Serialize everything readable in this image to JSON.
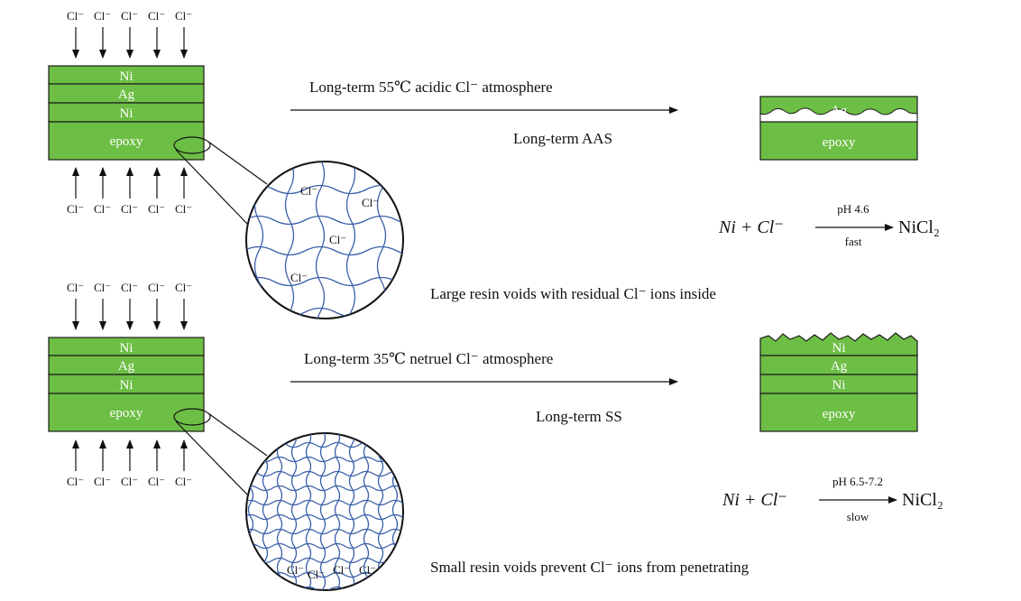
{
  "colors": {
    "layer_fill": "#6dbe45",
    "layer_stroke": "#1a1a1a",
    "fiber": "#3a5fa8",
    "text": "#111111"
  },
  "ion_label": "Cl⁻",
  "top": {
    "layers": [
      "Ni",
      "Ag",
      "Ni",
      "epoxy"
    ],
    "condition": "Long-term 55℃ acidic Cl⁻ atmosphere",
    "test": "Long-term AAS",
    "result_layers": [
      "Ag",
      "epoxy"
    ],
    "note": "Large resin voids with residual Cl⁻ ions inside",
    "equation": {
      "reactant": "Ni + Cl⁻",
      "above": "pH 4.6",
      "below": "fast",
      "product": "NiCl₂"
    }
  },
  "bottom": {
    "layers": [
      "Ni",
      "Ag",
      "Ni",
      "epoxy"
    ],
    "condition": "Long-term 35℃ netruel Cl⁻ atmosphere",
    "test": "Long-term SS",
    "result_layers": [
      "Ni",
      "Ag",
      "Ni",
      "epoxy"
    ],
    "note": "Small resin voids prevent Cl⁻ ions from penetrating",
    "equation": {
      "reactant": "Ni + Cl⁻",
      "above": "pH 6.5-7.2",
      "below": "slow",
      "product": "NiCl₂"
    }
  }
}
